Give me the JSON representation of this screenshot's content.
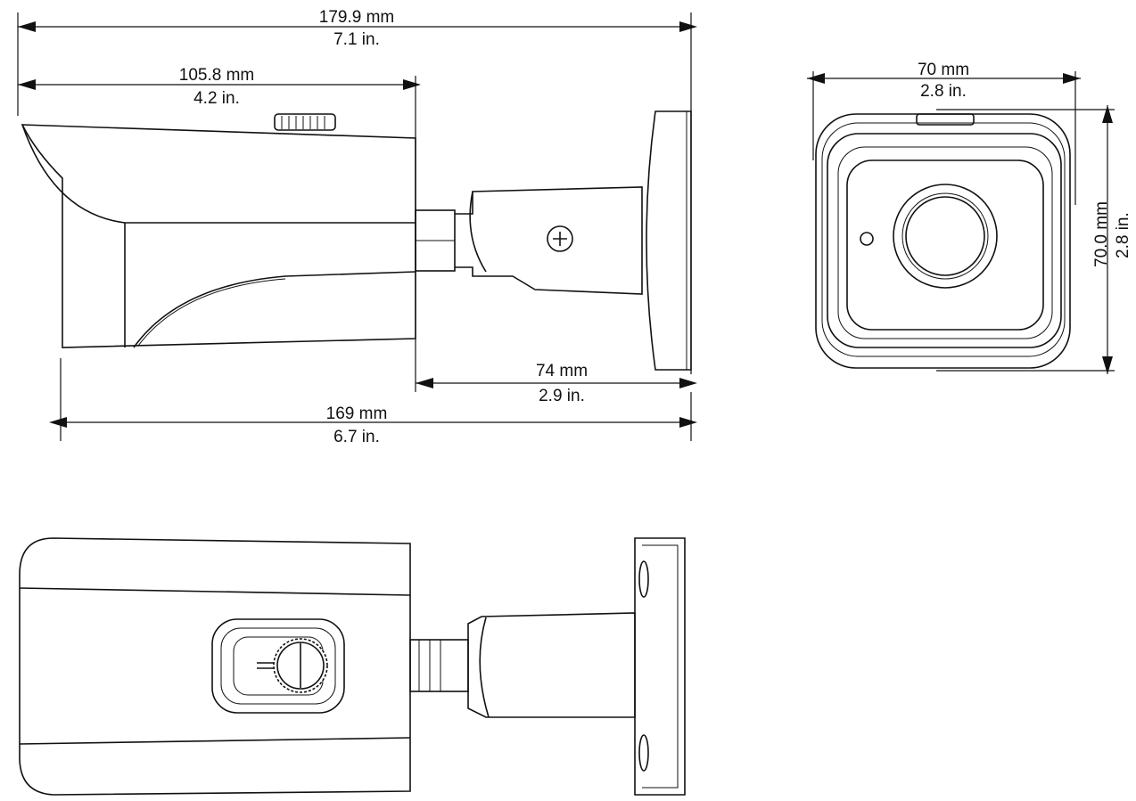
{
  "dimensions": {
    "overall_length": {
      "mm": "179.9 mm",
      "in": "7.1 in."
    },
    "housing_length": {
      "mm": "105.8 mm",
      "in": "4.2 in."
    },
    "mount_depth": {
      "mm": "74 mm",
      "in": "2.9 in."
    },
    "base_length": {
      "mm": "169 mm",
      "in": "6.7 in."
    },
    "front_width": {
      "mm": "70 mm",
      "in": "2.8 in."
    },
    "front_height": {
      "mm": "70.0 mm",
      "in": "2.8 in."
    }
  }
}
